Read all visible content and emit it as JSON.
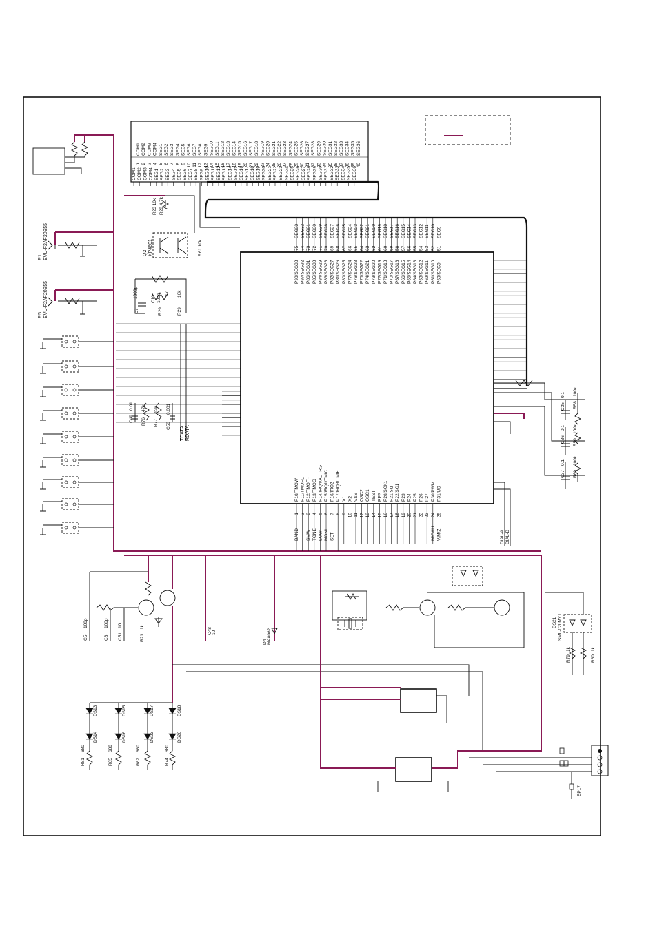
{
  "lcd": {
    "top_pins": [
      "COM1",
      "COM2",
      "COM3",
      "COM4",
      "SEG1",
      "SEG2",
      "SEG3",
      "SEG4",
      "SEG5",
      "SEG6",
      "SEG7",
      "SEG8",
      "SEG9",
      "SEG10",
      "SEG11",
      "SEG12",
      "SEG13",
      "SEG14",
      "SEG15",
      "SEG16",
      "SEG17",
      "SEG18",
      "SEG19",
      "SEG20",
      "SEG21",
      "SEG22",
      "SEG23",
      "SEG24",
      "SEG25",
      "SEG26",
      "SEG27",
      "SEG28",
      "SEG29",
      "SEG30",
      "SEG31",
      "SEG32",
      "SEG33",
      "SEG34",
      "SEG35",
      "SEG36"
    ],
    "pin_numbers": [
      "1",
      "2",
      "3",
      "4",
      "5",
      "6",
      "7",
      "8",
      "9",
      "10",
      "11",
      "12",
      "13",
      "14",
      "15",
      "16",
      "17",
      "18",
      "19",
      "20",
      "21",
      "22",
      "23",
      "24",
      "25",
      "26",
      "27",
      "28",
      "29",
      "30",
      "31",
      "32",
      "33",
      "34",
      "35",
      "36",
      "37",
      "38",
      "39",
      "40"
    ],
    "bottom_pins": [
      "COM1",
      "COM2",
      "COM3",
      "COM4",
      "SEG1",
      "SEG2",
      "SEG3",
      "SEG4",
      "SEG5",
      "SEG6",
      "SEG7",
      "SEG8",
      "SEG9",
      "SEG10",
      "SEG11",
      "SEG12",
      "SEG13",
      "SEG14",
      "SEG15",
      "SEG16",
      "SEG17",
      "SEG18",
      "SEG19",
      "SEG20",
      "SEG21",
      "SEG22",
      "SEG23",
      "SEG24",
      "SEG25",
      "SEG26",
      "SEG27",
      "SEG28",
      "SEG29",
      "SEG30",
      "SEG31",
      "SEG32",
      "SEG33",
      "SEG34",
      "SEG35",
      "SEG36"
    ]
  },
  "mcu": {
    "top_nets": [
      "SEG33",
      "SEG32",
      "SEG31",
      "SEG30",
      "SEG29",
      "SEG28",
      "SEG27",
      "SEG26",
      "SEG25",
      "SEG24",
      "SEG23",
      "SEG22",
      "SEG21",
      "SEG20",
      "SEG19",
      "SEG18",
      "SEG17",
      "SEG16",
      "SEG15",
      "SEG14",
      "SEG13",
      "SEG12",
      "SEG11",
      "SEG10",
      "SEG9"
    ],
    "top_pin_numbers": [
      "75",
      "74",
      "73",
      "72",
      "71",
      "70",
      "69",
      "68",
      "67",
      "66",
      "65",
      "64",
      "63",
      "62",
      "61",
      "60",
      "59",
      "58",
      "57",
      "56",
      "55",
      "54",
      "53",
      "52",
      "51"
    ],
    "top_pin_labels": [
      "P90/SEG33",
      "P87/SEG32",
      "P86/SEG31",
      "P85/SEG30",
      "P84/SEG29",
      "P83/SEG28",
      "P82/SEG27",
      "P81/SEG26",
      "P80/SEG25",
      "P77/SEG24",
      "P76/SEG23",
      "P75/SEG22",
      "P74/SEG21",
      "P73/SEG20",
      "P72/SEG19",
      "P71/SEG18",
      "P70/SEG17",
      "P67/SEG16",
      "P66/SEG15",
      "P65/SEG14",
      "P64/SEG13",
      "P63/SEG12",
      "P62/SEG11",
      "P61/SEG10",
      "P60/SEG9"
    ],
    "bottom_pin_labels": [
      "P10/TMOW",
      "P11/TMOFL",
      "P12/TMOFH",
      "P13/TMOG",
      "P14/IRQ4/ADTRG",
      "P15/IRQ1/TMIC",
      "P16/IRQ2",
      "P17/IRQ3/TMIF",
      "X1",
      "X2",
      "VSS",
      "OSC2",
      "OSC1",
      "TEST",
      "RES",
      "P20/SCK1",
      "P21/SI1",
      "P22/SO1",
      "P23",
      "P24",
      "P25",
      "P26",
      "P27",
      "P30/PWM",
      "P31/UD"
    ],
    "bottom_pin_numbers": [
      "1",
      "2",
      "3",
      "4",
      "5",
      "6",
      "7",
      "8",
      "9",
      "10",
      "11",
      "12",
      "13",
      "14",
      "15",
      "16",
      "17",
      "18",
      "19",
      "20",
      "21",
      "22",
      "23",
      "24",
      "25"
    ],
    "bottom_nets": [
      "BAND",
      "",
      "SMW",
      "TONE",
      "LOW",
      "MONI",
      "SET",
      "",
      "",
      "",
      "",
      "",
      "",
      "",
      "",
      "",
      "",
      "",
      "",
      "",
      "",
      "",
      "",
      "M/CALL",
      "V/M/Z"
    ],
    "dial_nets": [
      "DIAL-A",
      "DIAL-B"
    ]
  },
  "components": {
    "r1": "R1",
    "r1_part": "EVU-F2AF20B55",
    "r5": "R5",
    "r5_part": "EVU-F2AF20B55",
    "q2": "Q2",
    "q2_part": "XP4601",
    "r23": "R23 10k",
    "r28": "R28 4.7k",
    "r61": "R61 10k",
    "c7": "C7",
    "c7_val": "1000p",
    "c10": "C10",
    "c10_val": "100p",
    "r29a": "R29",
    "r29a_val": "1k",
    "r29b": "R29",
    "r29b_val": "10k",
    "c49": "C49",
    "c49_val": "0.01",
    "r76": "R76",
    "r76_val": "47k",
    "r77": "R77",
    "r77_val": "12k",
    "c50": "C50",
    "c50_val": "0.001",
    "tdata": "TDATA",
    "rdata": "RDATA",
    "c35": "C35",
    "c35_val": "0.1",
    "r58": "R58",
    "r58_val": "100k",
    "c36": "C36",
    "c36_val": "0.1",
    "r59": "R59",
    "r59_val": "100k",
    "c37": "C37",
    "c37_val": "0.1",
    "r60": "R60",
    "r60_val": "100k",
    "c5": "C5",
    "c5_val": "100p",
    "c8": "C8",
    "c8_val": "100p",
    "c51": "C51",
    "c51_val": "10",
    "r21": "R21",
    "r21_val": "1k",
    "c48": "C48",
    "c48_val": "10",
    "d4": "D4",
    "d4_part": "MA8062",
    "ds21": "DS21",
    "ds21_part": "SML-020MYT",
    "r79": "R79",
    "r79_val": "1k",
    "r80": "R80",
    "r80_val": "1k",
    "ds13": "DS13",
    "ds14": "DS14",
    "ds15": "DS15",
    "ds16": "DS16",
    "ds17": "DS17",
    "ds18": "DS18",
    "ds20": "DS20",
    "ds23": "DS23",
    "r81": "R81",
    "r81_val": "680",
    "r65": "R65",
    "r65_val": "680",
    "r82": "R82",
    "r82_val": "680",
    "r74": "R74",
    "r74_val": "680",
    "ep17": "EP17"
  },
  "colors": {
    "wire": "#111111",
    "highlight": "#8a1a55"
  }
}
